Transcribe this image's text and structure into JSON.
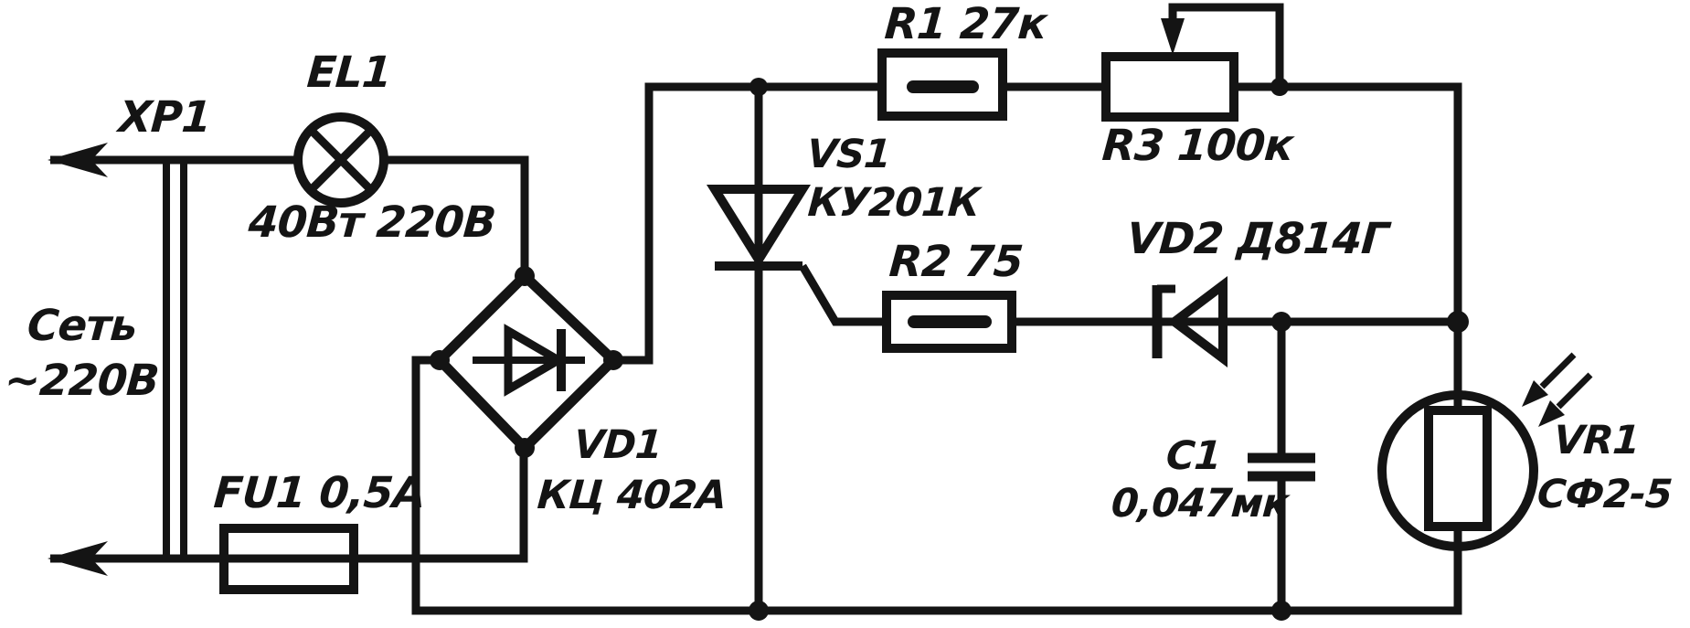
{
  "diagram": {
    "kind": "circuit-schematic",
    "ink_color": "#141414",
    "paper_color": "#ffffff"
  },
  "labels": {
    "xp1": "XP1",
    "el1_ref": "EL1",
    "el1_value": "40Вт 220В",
    "mains_line1": "Сеть",
    "mains_line2": "~220В",
    "fu1": "FU1 0,5А",
    "vd1_ref": "VD1",
    "vd1_value": "КЦ 402А",
    "vs1_ref": "VS1",
    "vs1_value": "КУ201К",
    "r1": "R1 27к",
    "r3": "R3 100к",
    "r2": "R2 75",
    "vd2": "VD2 Д814Г",
    "c1_ref": "C1",
    "c1_value": "0,047мк",
    "vr1_ref": "VR1",
    "vr1_value": "СФ2-5"
  },
  "components": [
    {
      "ref": "XP1",
      "type": "mains-plug"
    },
    {
      "ref": "EL1",
      "type": "lamp",
      "value": "40Вт 220В"
    },
    {
      "ref": "FU1",
      "type": "fuse",
      "value": "0,5А"
    },
    {
      "ref": "VD1",
      "type": "bridge-rectifier",
      "value": "КЦ 402А"
    },
    {
      "ref": "VS1",
      "type": "thyristor",
      "value": "КУ201К"
    },
    {
      "ref": "R1",
      "type": "resistor",
      "value": "27к"
    },
    {
      "ref": "R2",
      "type": "resistor",
      "value": "75"
    },
    {
      "ref": "R3",
      "type": "rheostat",
      "value": "100к"
    },
    {
      "ref": "VD2",
      "type": "zener-diode",
      "value": "Д814Г"
    },
    {
      "ref": "C1",
      "type": "capacitor",
      "value": "0,047мк"
    },
    {
      "ref": "VR1",
      "type": "photoresistor",
      "value": "СФ2-5"
    }
  ],
  "net": {
    "name": "Сеть ~220В"
  }
}
